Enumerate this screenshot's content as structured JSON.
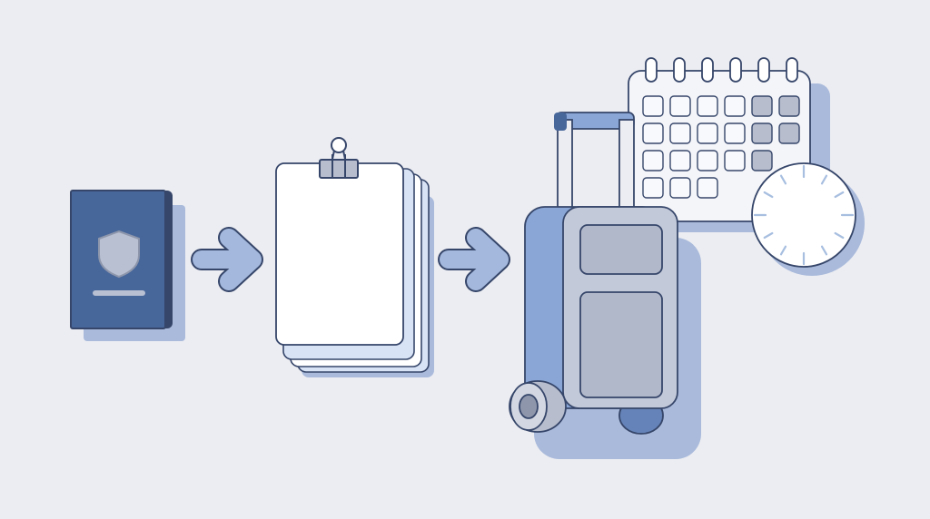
{
  "diagram": {
    "steps": [
      {
        "id": "passport",
        "icon": "passport-icon"
      },
      {
        "id": "documents",
        "icon": "clipboard-documents-icon"
      },
      {
        "id": "travel",
        "icon": "suitcase-calendar-clock-icon"
      }
    ],
    "connectors": [
      "arrow-right-icon",
      "arrow-right-icon"
    ]
  },
  "colors": {
    "background": "#ecedf2",
    "shadow": "#a9badb",
    "passport": "#47669a",
    "passport_emblem": "#b8c0d2",
    "outline": "#36466a",
    "arrow": "#a3b8dc",
    "paper": "#ffffff",
    "paper_edge": "#d9e3f6",
    "suitcase_body": "#c2c9d9",
    "suitcase_back": "#89a6d6",
    "suitcase_panel": "#b1b8c9",
    "handle": "#89a6d6",
    "calendar_cell_dark": "#b7bdcd",
    "clock_tick": "#a8bfe0"
  }
}
